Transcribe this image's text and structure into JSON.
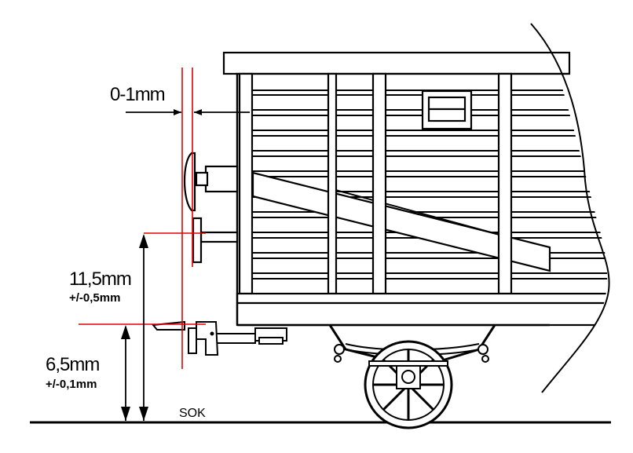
{
  "labels": {
    "gap": "0-1mm",
    "buffer_height": "11,5mm",
    "buffer_tolerance": "+/-0,5mm",
    "coupler_height": "6,5mm",
    "coupler_tolerance": "+/-0,1mm",
    "rail_top": "SOK"
  },
  "colors": {
    "reference_lines": "#e00000",
    "drawing": "#000000",
    "background": "#ffffff"
  }
}
